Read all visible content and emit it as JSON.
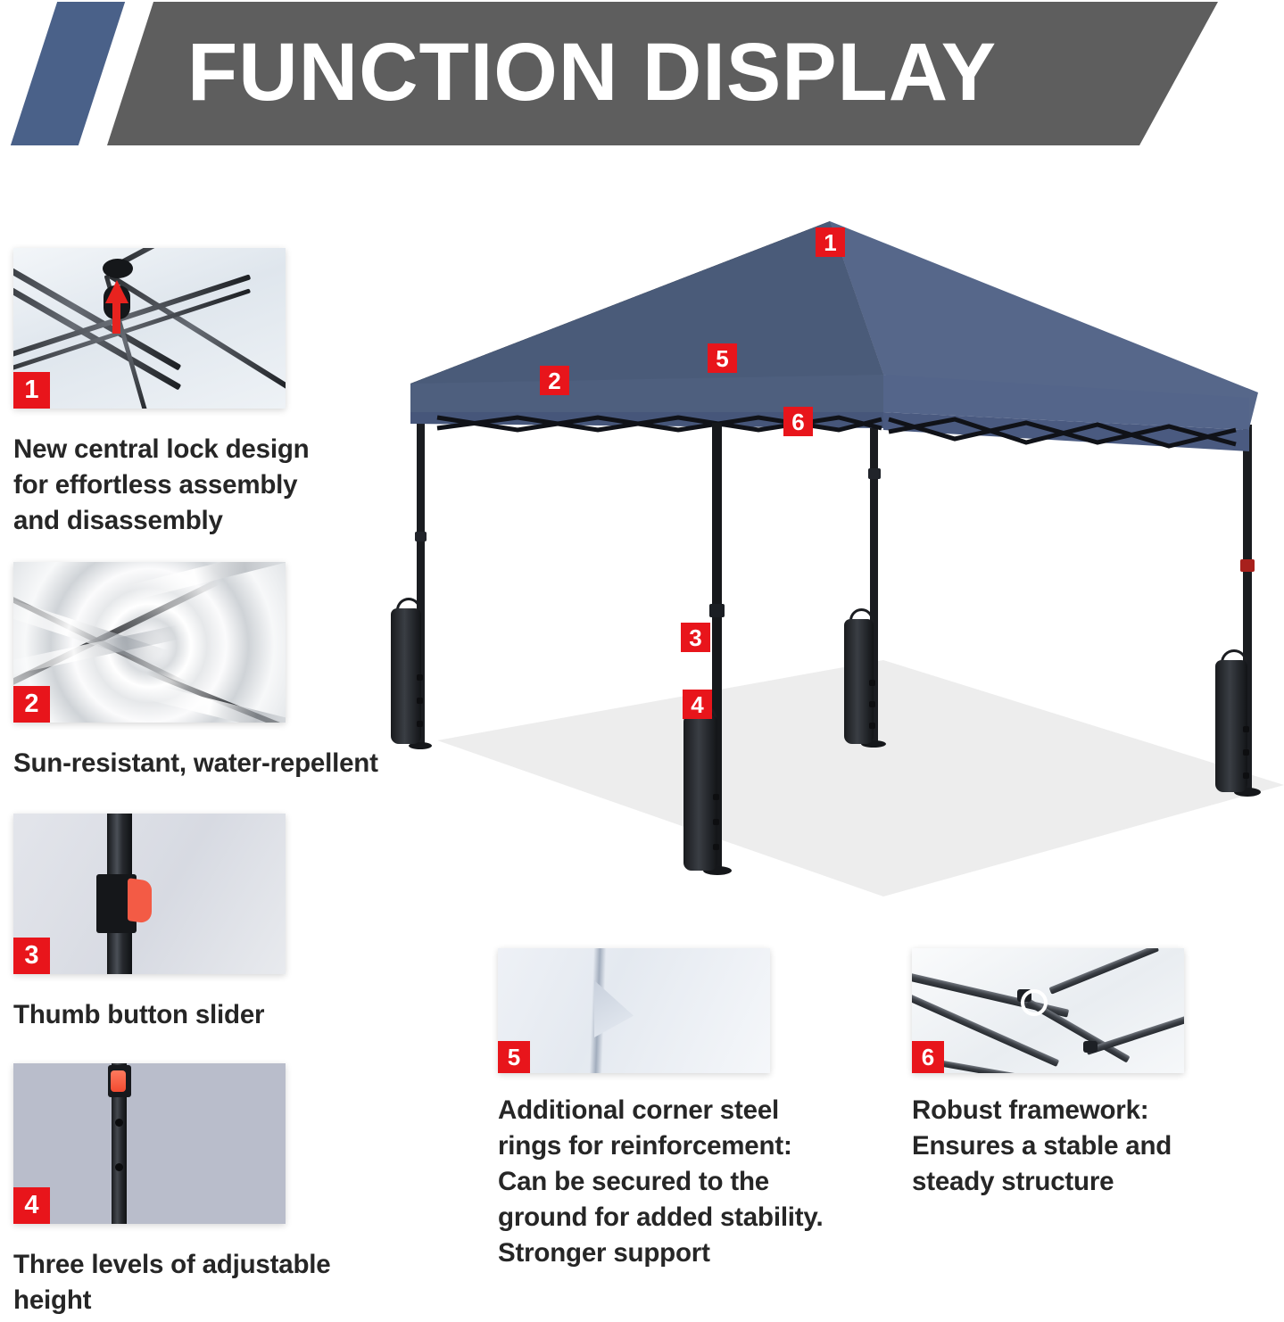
{
  "header": {
    "title": "FUNCTION DISPLAY",
    "banner_color": "#5e5e5e",
    "slash_color": "#4a6189",
    "title_color": "#ffffff"
  },
  "theme": {
    "badge_color": "#e8151b",
    "badge_text_color": "#ffffff",
    "caption_color": "#262626",
    "canopy_color": "#4e5f7e",
    "canopy_shade_color": "#3f4f6b",
    "frame_color": "#1a1c20",
    "ground_color": "#ededed"
  },
  "features": [
    {
      "number": "1",
      "caption": "New central lock design for effortless assembly and disassembly",
      "photo": "canopy-underside-central-lock-photo"
    },
    {
      "number": "2",
      "caption": "Sun-resistant, water-repellent",
      "photo": "silver-fabric-swirl-photo"
    },
    {
      "number": "3",
      "caption": "Thumb button slider",
      "photo": "pole-thumb-button-photo"
    },
    {
      "number": "4",
      "caption": "Three levels of adjustable height",
      "photo": "pole-adjustment-holes-photo"
    },
    {
      "number": "5",
      "caption": "Additional corner steel rings for reinforcement: Can be secured to the ground for added stability. Stronger support",
      "photo": "corner-steel-ring-photo"
    },
    {
      "number": "6",
      "caption": "Robust framework: Ensures a stable and steady structure",
      "photo": "framework-truss-photo"
    }
  ],
  "scene": {
    "name": "pop-up-canopy-tent-illustration",
    "callouts": [
      {
        "number": "1",
        "target": "canopy-peak"
      },
      {
        "number": "2",
        "target": "canopy-roof-panel"
      },
      {
        "number": "3",
        "target": "leg-thumb-button-slider"
      },
      {
        "number": "4",
        "target": "leg-adjustable-height"
      },
      {
        "number": "5",
        "target": "corner-steel-ring"
      },
      {
        "number": "6",
        "target": "truss-framework"
      }
    ]
  }
}
